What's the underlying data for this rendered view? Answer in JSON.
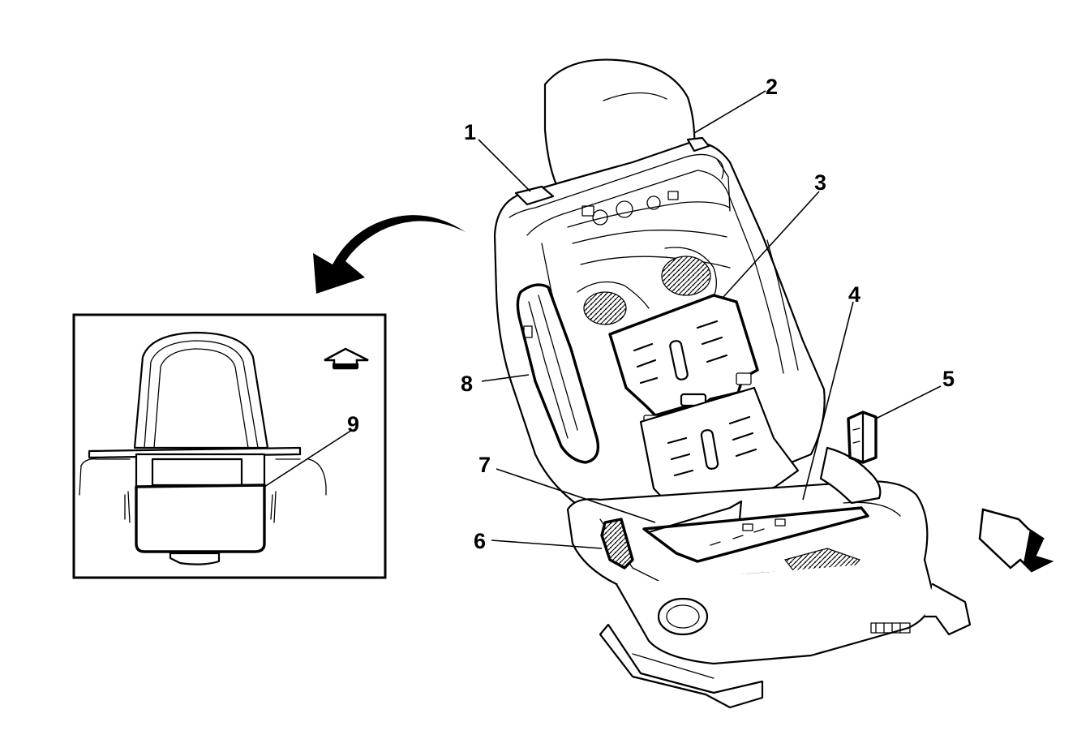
{
  "diagram": {
    "callouts": [
      {
        "id": "1",
        "label": "1"
      },
      {
        "id": "2",
        "label": "2"
      },
      {
        "id": "3",
        "label": "3"
      },
      {
        "id": "4",
        "label": "4"
      },
      {
        "id": "5",
        "label": "5"
      },
      {
        "id": "6",
        "label": "6"
      },
      {
        "id": "7",
        "label": "7"
      },
      {
        "id": "8",
        "label": "8"
      },
      {
        "id": "9",
        "label": "9"
      }
    ],
    "icons": {
      "view_arrow": "curved-arrow-icon",
      "detail_direction": "up-arrow-icon",
      "front_direction": "front-arrow-icon"
    },
    "colors": {
      "line": "#000000",
      "background": "#ffffff"
    }
  }
}
